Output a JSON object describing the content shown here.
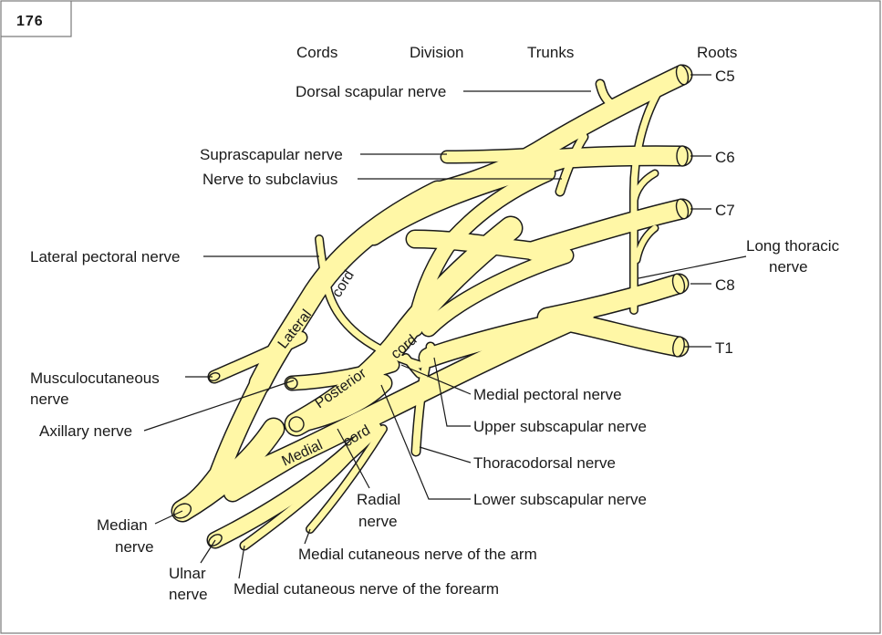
{
  "figure_number": "176",
  "headers": {
    "cords": "Cords",
    "division": "Division",
    "trunks": "Trunks",
    "roots": "Roots"
  },
  "roots": {
    "c5": "C5",
    "c6": "C6",
    "c7": "C7",
    "c8": "C8",
    "t1": "T1"
  },
  "cords": {
    "lateral_1": "Lateral",
    "lateral_2": "cord",
    "posterior_1": "Posterior",
    "posterior_2": "cord",
    "medial_1": "Medial",
    "medial_2": "cord"
  },
  "labels": {
    "dorsal_scapular": "Dorsal scapular nerve",
    "suprascapular": "Suprascapular nerve",
    "nerve_to_subclavius": "Nerve to subclavius",
    "lateral_pectoral": "Lateral pectoral nerve",
    "long_thoracic_1": "Long thoracic",
    "long_thoracic_2": "nerve",
    "musculocutaneous_1": "Musculocutaneous",
    "musculocutaneous_2": "nerve",
    "axillary": "Axillary nerve",
    "medial_pectoral": "Medial pectoral nerve",
    "upper_subscapular": "Upper subscapular nerve",
    "thoracodorsal": "Thoracodorsal nerve",
    "lower_subscapular": "Lower subscapular nerve",
    "radial_1": "Radial",
    "radial_2": "nerve",
    "median_1": "Median",
    "median_2": "nerve",
    "ulnar_1": "Ulnar",
    "ulnar_2": "nerve",
    "med_cut_arm": "Medial cutaneous nerve of the arm",
    "med_cut_forearm": "Medial cutaneous nerve of the forearm"
  },
  "colors": {
    "nerve_fill": "#fff7a6",
    "nerve_outline": "#1a1a1a",
    "frame": "#7a7a7a"
  }
}
